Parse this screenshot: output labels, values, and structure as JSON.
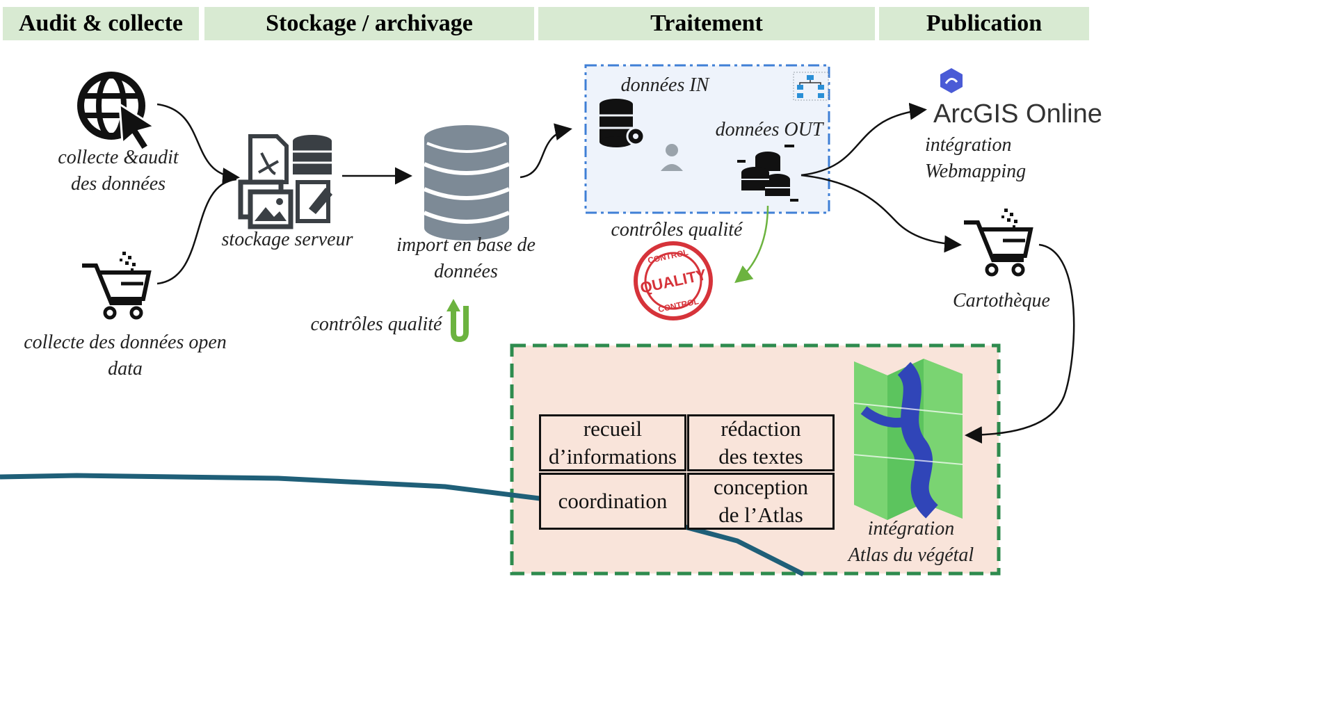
{
  "headers": {
    "audit": "Audit & collecte",
    "stockage": "Stockage / archivage",
    "traitement": "Traitement",
    "publication": "Publication"
  },
  "labels": {
    "collecte_audit": "collecte &audit\ndes données",
    "collecte_open": "collecte des données open data",
    "stockage_serveur": "stockage serveur",
    "import_bdd": "import en base de\ndonnées",
    "controles_qualite_import": "contrôles qualité",
    "donnees_in": "données IN",
    "donnees_out": "données OUT",
    "controles_qualite_traitement": "contrôles qualité",
    "integration_webmapping": "intégration\nWebmapping",
    "cartotheque": "Cartothèque",
    "integration_atlas": "intégration\nAtlas du végétal"
  },
  "arcgis": "ArcGIS Online",
  "stamp": {
    "top": "CONTROL",
    "middle": "QUALITY",
    "bottom": "CONTROL"
  },
  "atlas_boxes": {
    "recueil": "recueil\nd’informations",
    "redaction": "rédaction\ndes textes",
    "coordination": "coordination",
    "conception": "conception\nde l’Atlas"
  },
  "colors": {
    "header_bg": "#d8ead2",
    "traitement_border": "#3f7fd6",
    "atlas_border": "#2e8b4e",
    "atlas_bg": "#f9e4da",
    "green_arrow": "#6cb33f",
    "teal_line": "#1f5f78",
    "db_gray": "#7d8a96",
    "stamp_red": "#d6333a"
  },
  "icons": [
    "globe-cursor-icon",
    "cart-icon",
    "file-server-icon",
    "database-icon",
    "database-gear-icon",
    "user-gear-icon",
    "coins-stack-icon",
    "network-icon",
    "arcgis-logo-icon",
    "quality-stamp-icon",
    "map-icon",
    "u-turn-arrow-icon"
  ]
}
